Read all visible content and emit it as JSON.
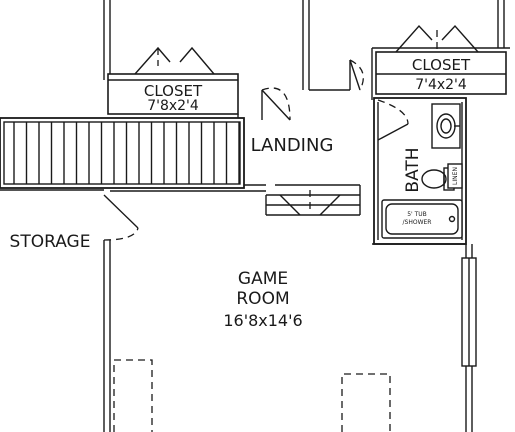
{
  "rooms": {
    "closet_left": {
      "name": "CLOSET",
      "dims": "7'8x2'4"
    },
    "closet_right": {
      "name": "CLOSET",
      "dims": "7'4x2'4"
    },
    "landing": {
      "name": "LANDING"
    },
    "bath": {
      "name": "BATH"
    },
    "storage": {
      "name": "STORAGE"
    },
    "game_room": {
      "name": "GAME",
      "name2": "ROOM",
      "dims": "16'8x14'6"
    }
  },
  "fixtures": {
    "tub": {
      "line1": "5' TUB",
      "line2": "/SHOWER"
    },
    "linen": {
      "label": "LINEN"
    }
  }
}
